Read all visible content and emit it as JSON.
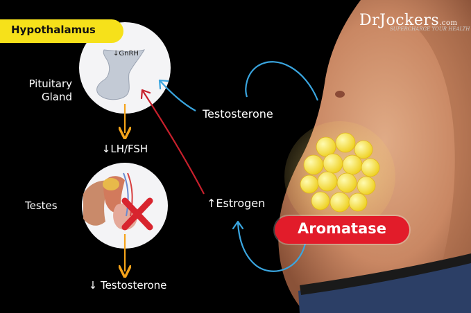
{
  "hypothalamus_label": "Hypothalamus",
  "gnrh_label": "↓GnRH",
  "pituitary_label": "Pituitary\nGland",
  "lh_fsh_label": "↓LH/FSH",
  "testes_label": "Testes",
  "testosterone_low_label": "↓ Testosterone",
  "testosterone_label": "Testosterone",
  "estrogen_label": "↑Estrogen",
  "aromatase_label": "Aromatase",
  "logo": {
    "name": "DrJockers",
    "suffix": ".com",
    "tagline": "SUPERCHARGE YOUR HEALTH"
  },
  "colors": {
    "badge_yellow": "#f6e11a",
    "aromatase_red": "#e21c2a",
    "arrow_orange": "#f5a31a",
    "arrow_blue": "#3aa6e0",
    "arrow_red": "#c8202c",
    "fat_yellow": "#f6e23a"
  }
}
